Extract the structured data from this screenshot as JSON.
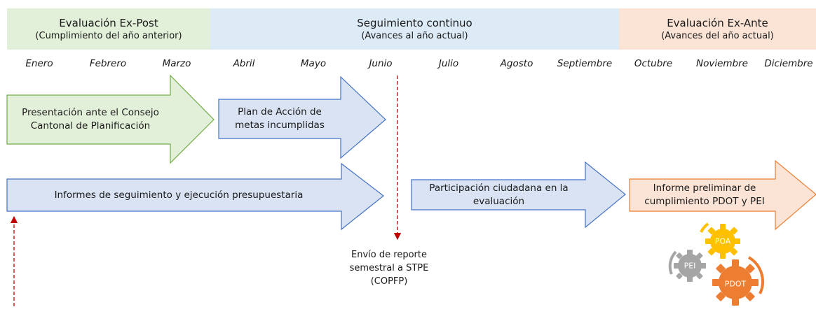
{
  "phases": {
    "ex_post": {
      "title": "Evaluación Ex-Post",
      "subtitle": "(Cumplimiento del año anterior)"
    },
    "seguimiento": {
      "title": "Seguimiento continuo",
      "subtitle": "(Avances al año actual)"
    },
    "ex_ante": {
      "title": "Evaluación Ex-Ante",
      "subtitle": "(Avances del año actual)"
    }
  },
  "months": [
    "Enero",
    "Febrero",
    "Marzo",
    "Abril",
    "Mayo",
    "Junio",
    "Julio",
    "Agosto",
    "Septiembre",
    "Octubre",
    "Noviembre",
    "Diciembre"
  ],
  "arrows": {
    "presentacion": "Presentación ante el Consejo Cantonal de Planificación",
    "plan_accion": "Plan de Acción de metas incumplidas",
    "informes": "Informes de seguimiento y ejecución presupuestaria",
    "participacion": "Participación ciudadana en la evaluación",
    "informe_preliminar": "Informe preliminar de cumplimiento PDOT y PEI"
  },
  "note": "Envío de reporte semestral a STPE (COPFP)",
  "gears": {
    "poa": "POA",
    "pei": "PEI",
    "pdot": "PDOT"
  },
  "colors": {
    "green_fill": "#e2efd9",
    "green_stroke": "#70ad47",
    "blue_fill": "#dae3f3",
    "blue_stroke": "#4472c4",
    "orange_fill": "#fbe4d5",
    "orange_stroke": "#ed7d31",
    "dashed_red": "#c00000",
    "gear_yellow": "#ffc000",
    "gear_gray": "#a5a5a5",
    "gear_orange": "#ed7d31"
  }
}
